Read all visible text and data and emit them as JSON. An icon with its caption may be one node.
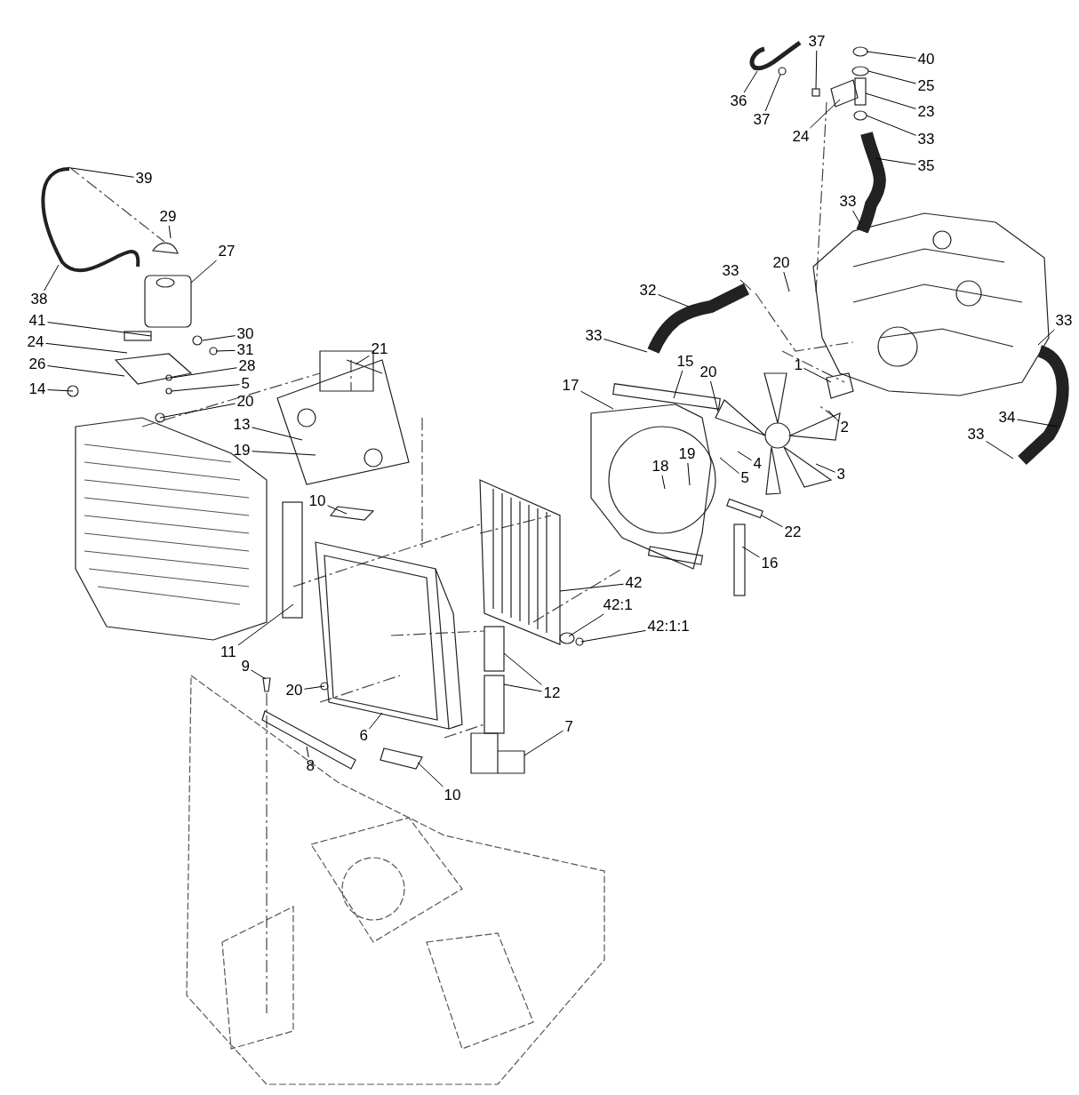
{
  "diagram": {
    "nodes": [
      {
        "text": [
          "37"
        ]
      },
      {
        "text": [
          "40"
        ]
      },
      {
        "text": [
          "36"
        ]
      },
      {
        "text": [
          "37"
        ]
      },
      {
        "text": [
          "25"
        ]
      },
      {
        "text": [
          "23"
        ]
      },
      {
        "text": [
          "24"
        ]
      },
      {
        "text": [
          "33"
        ]
      },
      {
        "text": [
          "35"
        ]
      },
      {
        "text": [
          "39"
        ]
      },
      {
        "text": [
          "29"
        ]
      },
      {
        "text": [
          "33"
        ]
      },
      {
        "text": [
          "27"
        ]
      },
      {
        "text": [
          "20"
        ]
      },
      {
        "text": [
          "33"
        ]
      },
      {
        "text": [
          "32"
        ]
      },
      {
        "text": [
          "38"
        ]
      },
      {
        "text": [
          "33"
        ]
      },
      {
        "text": [
          "41"
        ]
      },
      {
        "text": [
          "30"
        ]
      },
      {
        "text": [
          "33"
        ]
      },
      {
        "text": [
          "24"
        ]
      },
      {
        "text": [
          "31"
        ]
      },
      {
        "text": [
          "15"
        ]
      },
      {
        "text": [
          "21"
        ]
      },
      {
        "text": [
          "26"
        ]
      },
      {
        "text": [
          "28"
        ]
      },
      {
        "text": [
          "20"
        ]
      },
      {
        "text": [
          "17"
        ]
      },
      {
        "text": [
          "1"
        ]
      },
      {
        "text": [
          "5"
        ]
      },
      {
        "text": [
          "14"
        ]
      },
      {
        "text": [
          "20"
        ]
      },
      {
        "text": [
          "2"
        ]
      },
      {
        "text": [
          "34"
        ]
      },
      {
        "text": [
          "13"
        ]
      },
      {
        "text": [
          "19"
        ]
      },
      {
        "text": [
          "4"
        ]
      },
      {
        "text": [
          "33"
        ]
      },
      {
        "text": [
          "3"
        ]
      },
      {
        "text": [
          "5"
        ]
      },
      {
        "text": [
          "18"
        ]
      },
      {
        "text": [
          "19"
        ]
      },
      {
        "text": [
          "10"
        ]
      },
      {
        "text": [
          "22"
        ]
      },
      {
        "text": [
          "16"
        ]
      },
      {
        "text": [
          "42"
        ]
      },
      {
        "text": [
          "42:1"
        ]
      },
      {
        "text": [
          "42:1:1"
        ]
      },
      {
        "text": [
          "11"
        ]
      },
      {
        "text": [
          "9"
        ]
      },
      {
        "text": [
          "12"
        ]
      },
      {
        "text": [
          "20"
        ]
      },
      {
        "text": [
          "7"
        ]
      },
      {
        "text": [
          "6"
        ]
      },
      {
        "text": [
          "8"
        ]
      },
      {
        "text": [
          "10"
        ]
      }
    ],
    "edges": [
      {
        "from": 0,
        "to": null,
        "arrow": "none"
      },
      {
        "from": 1,
        "to": null,
        "arrow": "none"
      },
      {
        "from": 2,
        "to": null,
        "arrow": "none"
      },
      {
        "from": 3,
        "to": null,
        "arrow": "none"
      },
      {
        "from": 4,
        "to": null,
        "arrow": "none"
      },
      {
        "from": 5,
        "to": null,
        "arrow": "none"
      },
      {
        "from": 6,
        "to": null,
        "arrow": "none"
      },
      {
        "from": 7,
        "to": null,
        "arrow": "none"
      },
      {
        "from": 8,
        "to": null,
        "arrow": "none"
      },
      {
        "from": 9,
        "to": null,
        "arrow": "none"
      },
      {
        "from": 10,
        "to": null,
        "arrow": "none"
      },
      {
        "from": 11,
        "to": null,
        "arrow": "none"
      },
      {
        "from": 12,
        "to": null,
        "arrow": "none"
      },
      {
        "from": 13,
        "to": null,
        "arrow": "none"
      },
      {
        "from": 14,
        "to": null,
        "arrow": "none"
      },
      {
        "from": 15,
        "to": null,
        "arrow": "none"
      },
      {
        "from": 16,
        "to": null,
        "arrow": "none"
      },
      {
        "from": 17,
        "to": null,
        "arrow": "none"
      },
      {
        "from": 18,
        "to": null,
        "arrow": "none"
      },
      {
        "from": 19,
        "to": null,
        "arrow": "none"
      },
      {
        "from": 20,
        "to": null,
        "arrow": "none"
      },
      {
        "from": 21,
        "to": null,
        "arrow": "none"
      },
      {
        "from": 22,
        "to": null,
        "arrow": "none"
      },
      {
        "from": 23,
        "to": null,
        "arrow": "none"
      },
      {
        "from": 24,
        "to": null,
        "arrow": "none"
      },
      {
        "from": 25,
        "to": null,
        "arrow": "none"
      },
      {
        "from": 26,
        "to": null,
        "arrow": "none"
      },
      {
        "from": 27,
        "to": null,
        "arrow": "none"
      },
      {
        "from": 28,
        "to": null,
        "arrow": "none"
      },
      {
        "from": 29,
        "to": null,
        "arrow": "none"
      },
      {
        "from": 30,
        "to": null,
        "arrow": "none"
      },
      {
        "from": 31,
        "to": null,
        "arrow": "none"
      },
      {
        "from": 32,
        "to": null,
        "arrow": "none"
      },
      {
        "from": 33,
        "to": null,
        "arrow": "none"
      },
      {
        "from": 34,
        "to": null,
        "arrow": "none"
      },
      {
        "from": 35,
        "to": null,
        "arrow": "none"
      },
      {
        "from": 36,
        "to": null,
        "arrow": "none"
      },
      {
        "from": 37,
        "to": null,
        "arrow": "none"
      },
      {
        "from": 38,
        "to": null,
        "arrow": "none"
      },
      {
        "from": 39,
        "to": null,
        "arrow": "none"
      },
      {
        "from": 40,
        "to": null,
        "arrow": "none"
      },
      {
        "from": 41,
        "to": null,
        "arrow": "none"
      },
      {
        "from": 42,
        "to": null,
        "arrow": "none"
      },
      {
        "from": 43,
        "to": null,
        "arrow": "none"
      },
      {
        "from": 44,
        "to": null,
        "arrow": "none"
      },
      {
        "from": 45,
        "to": null,
        "arrow": "none"
      },
      {
        "from": 46,
        "to": null,
        "arrow": "none"
      },
      {
        "from": 47,
        "to": null,
        "arrow": "none"
      },
      {
        "from": 48,
        "to": null,
        "arrow": "none"
      },
      {
        "from": 49,
        "to": null,
        "arrow": "none"
      },
      {
        "from": 50,
        "to": null,
        "arrow": "none"
      },
      {
        "from": 51,
        "to": null,
        "arrow": "none"
      },
      {
        "from": 52,
        "to": null,
        "arrow": "none"
      },
      {
        "from": 53,
        "to": null,
        "arrow": "none"
      },
      {
        "from": 54,
        "to": null,
        "arrow": "none"
      },
      {
        "from": 55,
        "to": null,
        "arrow": "none"
      },
      {
        "from": 56,
        "to": null,
        "arrow": "none"
      },
      {
        "from": 51,
        "to": null,
        "arrow": "none"
      }
    ]
  }
}
